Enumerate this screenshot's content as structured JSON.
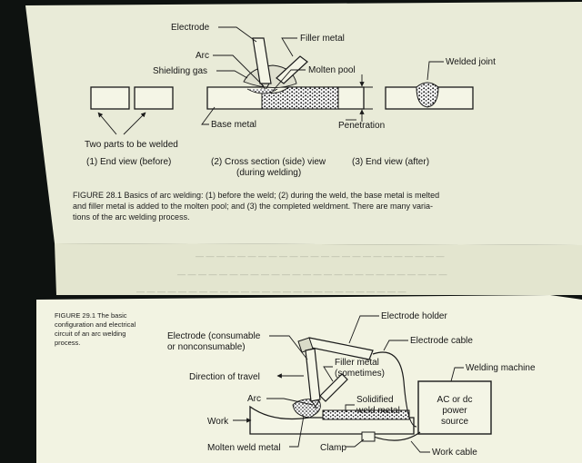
{
  "figure_28_1": {
    "labels": {
      "electrode": "Electrode",
      "filler_metal": "Filler metal",
      "arc": "Arc",
      "shielding_gas": "Shielding gas",
      "molten_pool": "Molten pool",
      "welded_joint": "Welded joint",
      "base_metal": "Base metal",
      "penetration": "Penetration",
      "two_parts": "Two parts to be welded"
    },
    "views": {
      "before": "(1) End view (before)",
      "during_line1": "(2) Cross section (side) view",
      "during_line2": "(during welding)",
      "after": "(3) End view (after)"
    },
    "caption": {
      "line1": "FIGURE 28.1    Basics of arc welding: (1) before the weld; (2) during the weld, the base metal is melted",
      "line2": "and filler metal is added to the molten pool; and (3) the completed weldment.  There are many varia-",
      "line3": "tions of the arc welding process."
    }
  },
  "figure_29_1": {
    "caption": {
      "line1": "FIGURE 29.1   The basic",
      "line2": "configuration and electrical",
      "line3": "circuit of an arc welding",
      "line4": "process."
    },
    "labels": {
      "electrode_holder": "Electrode holder",
      "electrode_line1": "Electrode (consumable",
      "electrode_line2": "or nonconsumable)",
      "electrode_cable": "Electrode cable",
      "welding_machine": "Welding machine",
      "filler_line1": "Filler metal",
      "filler_line2": "(sometimes)",
      "direction_of_travel": "Direction of travel",
      "arc": "Arc",
      "solidified_line1": "Solidified",
      "solidified_line2": "weld metal",
      "work": "Work",
      "molten_weld_metal": "Molten weld metal",
      "clamp": "Clamp",
      "work_cable": "Work cable",
      "power_line1": "AC or dc",
      "power_line2": "power",
      "power_line3": "source"
    }
  },
  "colors": {
    "background": "#0e1210",
    "page_top": "#e9ebd8",
    "page_bottom": "#f2f3e2",
    "ink": "#1a1a1a"
  }
}
